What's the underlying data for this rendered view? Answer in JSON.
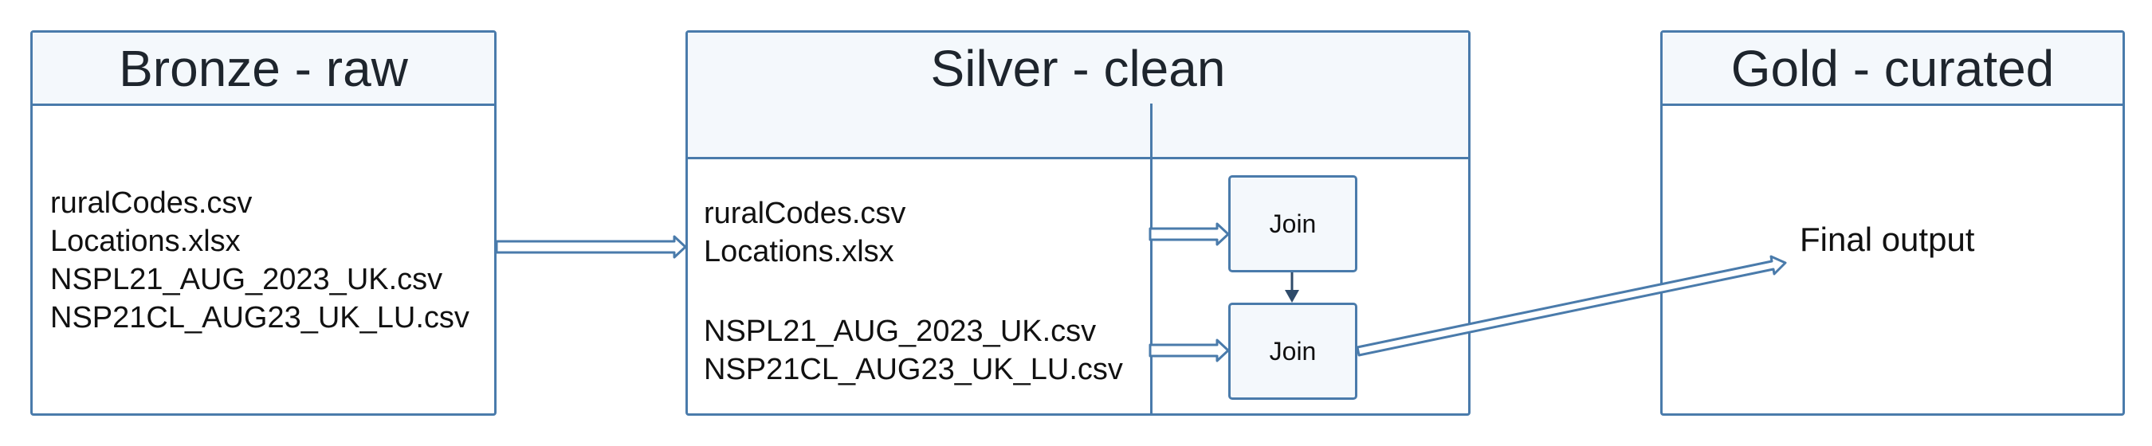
{
  "diagram": {
    "bronze": {
      "title": "Bronze - raw",
      "files": [
        "ruralCodes.csv",
        "Locations.xlsx",
        "NSPL21_AUG_2023_UK.csv",
        "NSP21CL_AUG23_UK_LU.csv"
      ]
    },
    "silver": {
      "title": "Silver - clean",
      "files_group_1": [
        "ruralCodes.csv",
        "Locations.xlsx"
      ],
      "files_group_2": [
        "NSPL21_AUG_2023_UK.csv",
        "NSP21CL_AUG23_UK_LU.csv"
      ],
      "join_top_label": "Join",
      "join_bottom_label": "Join"
    },
    "gold": {
      "title": "Gold - curated",
      "output_label": "Final output"
    }
  },
  "colors": {
    "border": "#4a7bab",
    "header_fill": "#f4f8fc",
    "arrow": "#4a7bab",
    "join_arrow": "#2f4b6a"
  }
}
